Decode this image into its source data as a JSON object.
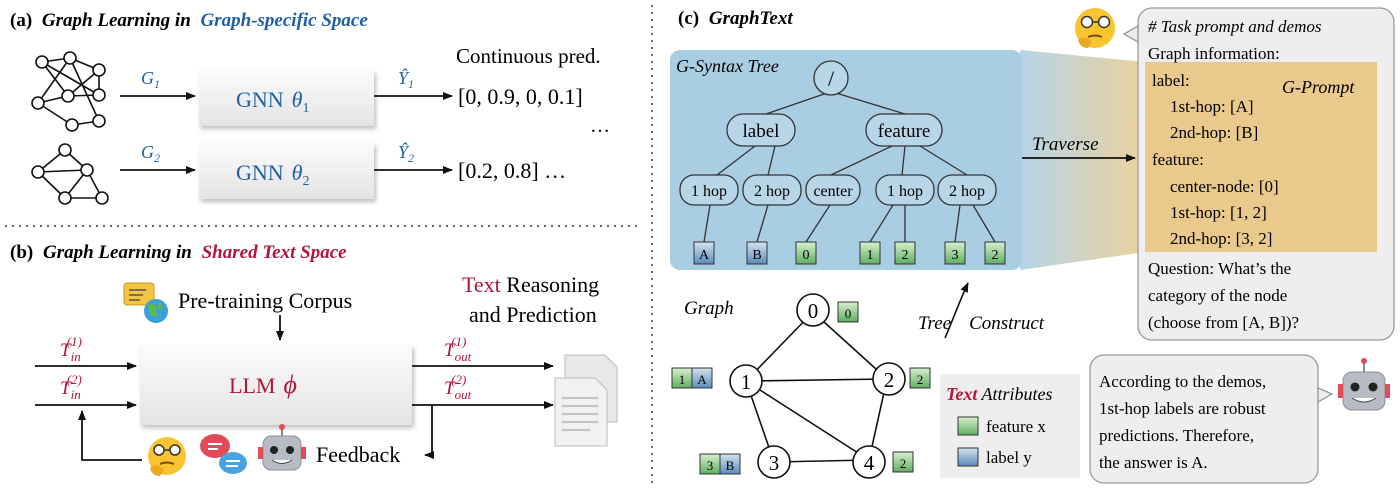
{
  "panel_a": {
    "letter": "(a)",
    "title_part1": "Graph Learning in",
    "title_part2": "Graph-specific Space",
    "continuous_pred": "Continuous pred.",
    "row1": {
      "input": "G",
      "sub": "1",
      "model": "GNN",
      "theta": "θ",
      "theta_sub": "1",
      "output": "Ŷ",
      "output_sub": "1",
      "pred": "[0, 0.9, 0, 0.1]"
    },
    "ellipsis": "…",
    "row2": {
      "input": "G",
      "sub": "2",
      "model": "GNN",
      "theta": "θ",
      "theta_sub": "2",
      "output": "Ŷ",
      "output_sub": "2",
      "pred": "[0.2, 0.8]  …"
    }
  },
  "panel_b": {
    "letter": "(b)",
    "title_part1": "Graph Learning in",
    "title_part2": "Shared Text Space",
    "corpus": "Pre-training Corpus",
    "reason_word1": "Text",
    "reason_rest1": " Reasoning",
    "reason_line2": "and Prediction",
    "llm": "LLM",
    "phi": "ϕ",
    "t_in": "T",
    "in_sub": "in",
    "sup1": "(1)",
    "sup2": "(2)",
    "t_out": "T",
    "out_sub": "out",
    "feedback": "Feedback"
  },
  "panel_c": {
    "letter": "(c)",
    "title": "GraphText",
    "syntax_tree": "G-Syntax Tree",
    "root": "/",
    "label_node": "label",
    "feature_node": "feature",
    "hop1": "1 hop",
    "hop2": "2 hop",
    "center": "center",
    "leaves": [
      "A",
      "B",
      "0",
      "1",
      "2",
      "3",
      "2"
    ],
    "traverse": "Traverse",
    "tree_construct_1": "Tree",
    "tree_construct_2": "Construct",
    "graph_label": "Graph",
    "graph_nodes": [
      "0",
      "1",
      "2",
      "3",
      "4"
    ],
    "node_feats": [
      "0",
      "1",
      "2",
      "3",
      "2"
    ],
    "node_labels": [
      "A",
      "B"
    ],
    "legend_title_1": "Text",
    "legend_title_2": " Attributes",
    "legend_feature": "feature x",
    "legend_label": "label y",
    "g_prompt": "G-Prompt",
    "prompt_lines": [
      "# Task prompt and demos",
      "Graph information:",
      "label:",
      "1st-hop: [A]",
      "2nd-hop: [B]",
      "feature:",
      "center-node: [0]",
      "1st-hop: [1, 2]",
      "2nd-hop: [3, 2]",
      "Question: What’s the",
      "category of the node",
      "(choose from [A, B])?"
    ],
    "answer_lines": [
      "According to the demos,",
      "1st-hop labels are robust",
      "predictions. Therefore,",
      "the answer is A."
    ]
  },
  "colors": {
    "blue_title": "#1f5fa8",
    "red_title": "#b0163a",
    "tree_bg": "#a9cde3",
    "node_fill": "#b9d6e8",
    "prompt_bg": "#e9c98c",
    "bubble_bg": "#eeeeee",
    "leaf_green": "#79bd78",
    "leaf_blue": "#6e9cc4"
  }
}
